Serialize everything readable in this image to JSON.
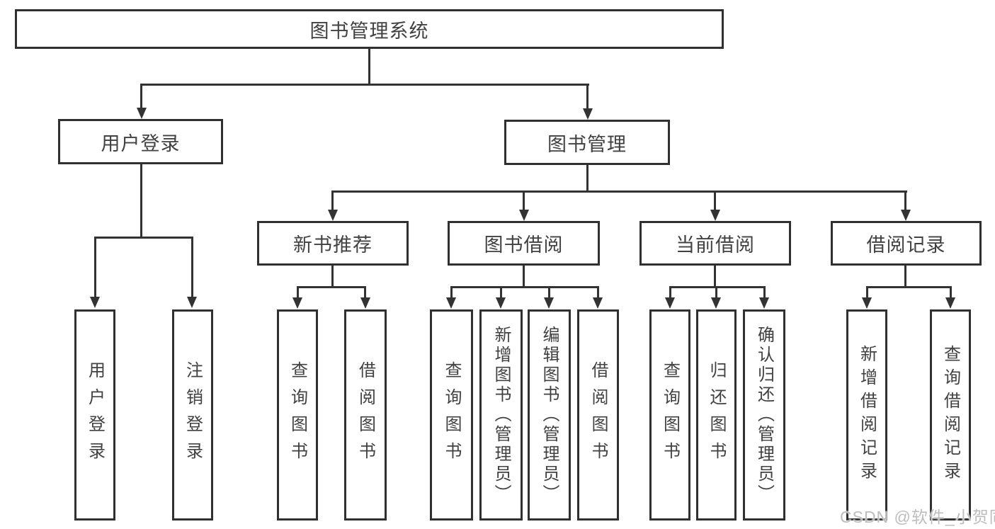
{
  "diagram": {
    "title": "图书管理系统",
    "branches": [
      {
        "label": "用户登录",
        "leaves": [
          {
            "label": "用户登录"
          },
          {
            "label": "注销登录"
          }
        ]
      },
      {
        "label": "图书管理",
        "sections": [
          {
            "label": "新书推荐",
            "leaves": [
              {
                "label": "查询图书"
              },
              {
                "label": "借阅图书"
              }
            ]
          },
          {
            "label": "图书借阅",
            "leaves": [
              {
                "label": "查询图书"
              },
              {
                "label": "新增图书（管理员）"
              },
              {
                "label": "编辑图书（管理员）"
              },
              {
                "label": "借阅图书"
              }
            ]
          },
          {
            "label": "当前借阅",
            "leaves": [
              {
                "label": "查询图书"
              },
              {
                "label": "归还图书"
              },
              {
                "label": "确认归还（管理员）"
              }
            ]
          },
          {
            "label": "借阅记录",
            "leaves": [
              {
                "label": "新增借阅记录"
              },
              {
                "label": "查询借阅记录"
              }
            ]
          }
        ]
      }
    ]
  },
  "watermark": {
    "text": "CSDN @软件_小贺同学"
  },
  "colors": {
    "line": "#333333",
    "box_border": "#303030",
    "text": "#414141",
    "watermark": "#bdbdbd",
    "background": "#ffffff"
  }
}
